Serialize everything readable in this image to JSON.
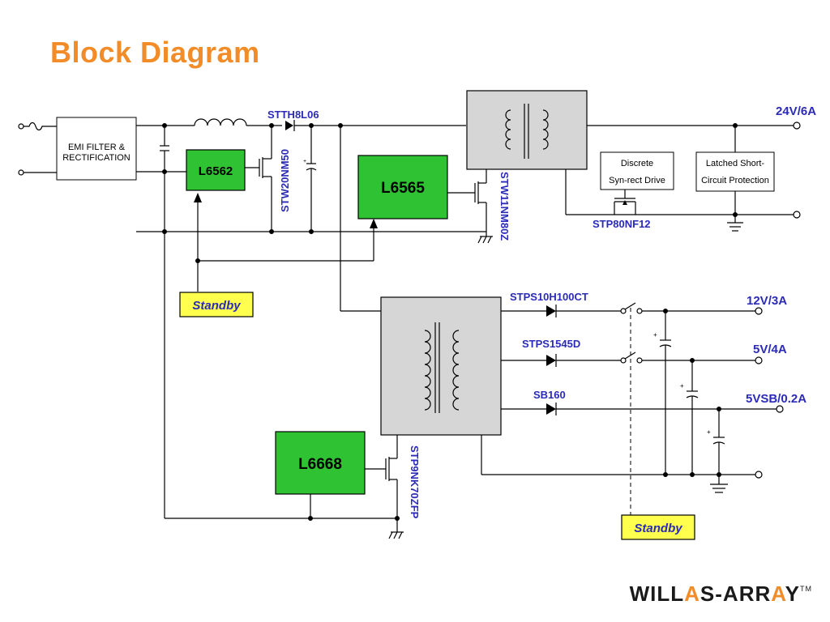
{
  "title": "Block Diagram",
  "blocks": {
    "emi_line1": "EMI FILTER &",
    "emi_line2": "RECTIFICATION",
    "l6562": "L6562",
    "l6565": "L6565",
    "l6668": "L6668",
    "discrete_line1": "Discrete",
    "discrete_line2": "Syn-rect Drive",
    "latched_line1": "Latched Short-",
    "latched_line2": "Circuit Protection"
  },
  "components": {
    "stth8l06": "STTH8L06",
    "stw20nm50": "STW20NM50",
    "stw11nm80z": "STW11NM80Z",
    "stp80nf12": "STP80NF12",
    "stps10h100ct": "STPS10H100CT",
    "stps1545d": "STPS1545D",
    "sb160": "SB160",
    "stp9nk70zfp": "STP9NK70ZFP"
  },
  "outputs": {
    "v24": "24V/6A",
    "v12": "12V/3A",
    "v5": "5V/4A",
    "v5sb": "5VSB/0.2A"
  },
  "standby": {
    "left": "Standby",
    "right": "Standby"
  },
  "logo": {
    "brand": "WILLAS-ARRAY",
    "tm": "TM",
    "accent_color": "#f28c28"
  },
  "colors": {
    "title": "#f28c28",
    "label": "#2b2bb8",
    "chip": "#2fc232",
    "standby": "#ffff4d",
    "transformer": "#d6d6d6"
  }
}
